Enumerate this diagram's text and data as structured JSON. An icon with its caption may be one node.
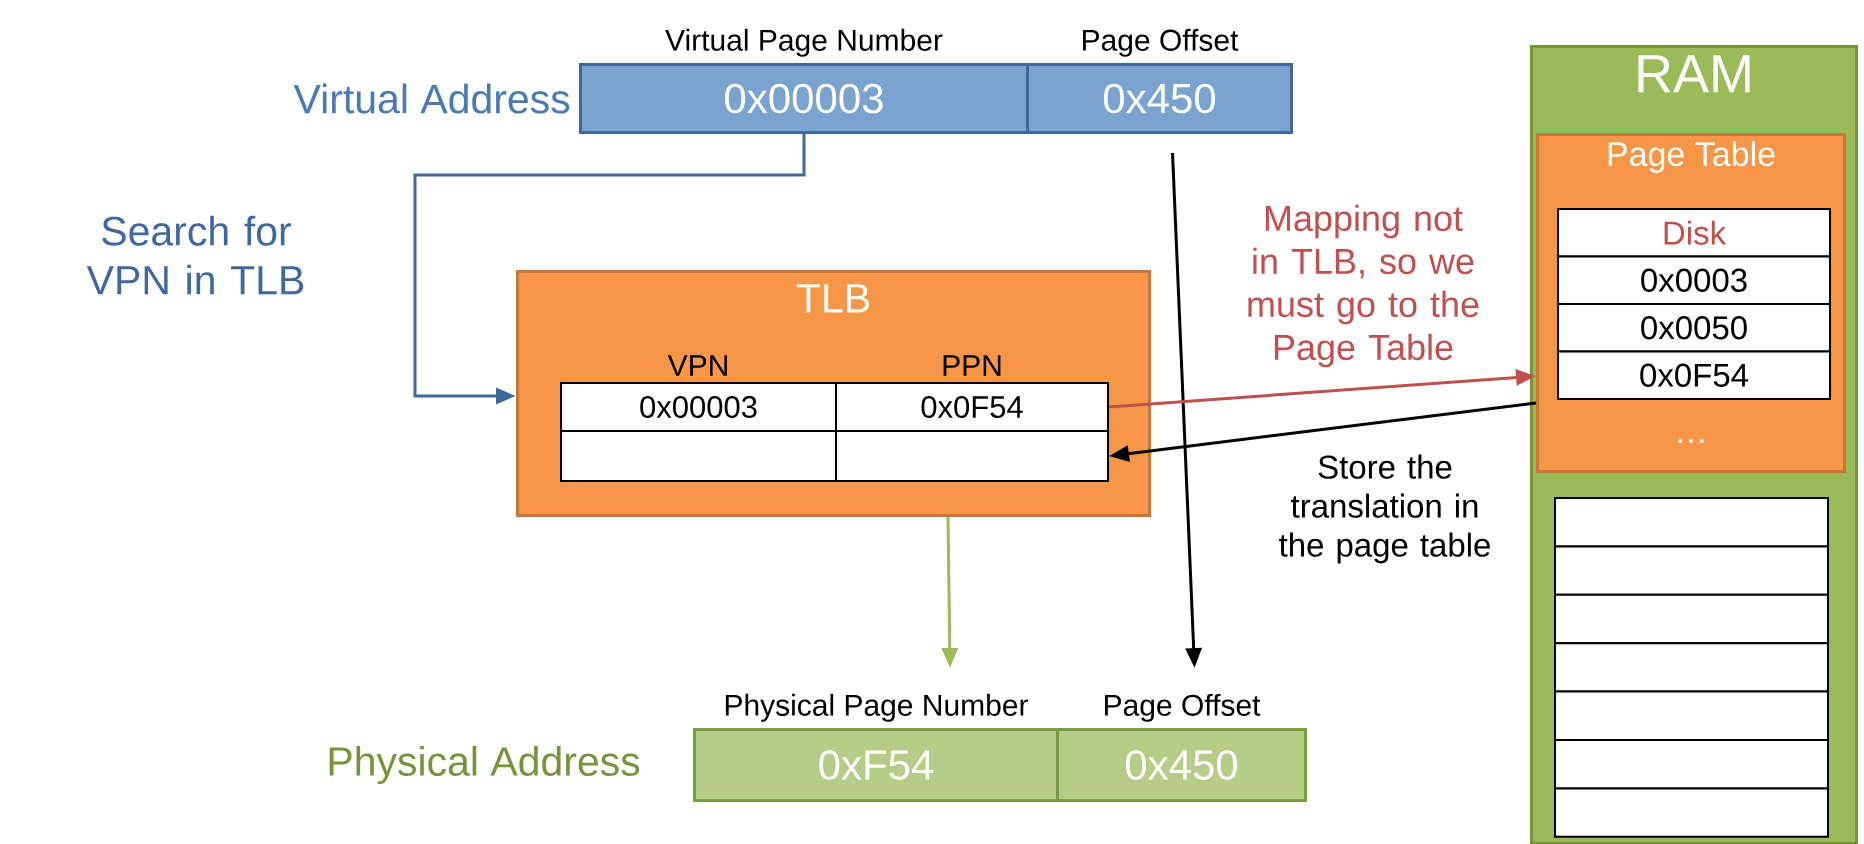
{
  "diagram": {
    "nodes": [
      {
        "text": [
          "Virtual Page Number",
          "0x00003"
        ],
        "beside": [
          "Virtual Address"
        ]
      },
      {
        "text": [
          "Page Offset",
          "0x450"
        ]
      },
      {
        "text": [
          "TLB"
        ]
      },
      {
        "text": [
          "VPN",
          "0x00003"
        ],
        "in": 2
      },
      {
        "text": [
          "PPN",
          "0x0F54"
        ],
        "in": 2
      },
      {
        "text": [],
        "shape": "box",
        "in": 2
      },
      {
        "text": [],
        "shape": "box",
        "in": 2
      },
      {
        "text": [
          "RAM"
        ]
      },
      {
        "text": [
          "Page Table",
          "…"
        ],
        "in": 7
      },
      {
        "text": [
          "Disk"
        ],
        "in": 8
      },
      {
        "text": [
          "0x0003"
        ],
        "in": 8
      },
      {
        "text": [
          "0x0050"
        ],
        "in": 8
      },
      {
        "text": [
          "0x0F54"
        ],
        "in": 8
      },
      {
        "text": [],
        "shape": "box",
        "in": 7
      },
      {
        "text": [],
        "shape": "box",
        "in": 7
      },
      {
        "text": [],
        "shape": "box",
        "in": 7
      },
      {
        "text": [],
        "shape": "box",
        "in": 7
      },
      {
        "text": [],
        "shape": "box",
        "in": 7
      },
      {
        "text": [],
        "shape": "box",
        "in": 7
      },
      {
        "text": [],
        "shape": "box",
        "in": 7
      },
      {
        "text": [
          "Physical Page Number",
          "0xF54"
        ],
        "beside": [
          "Physical Address"
        ]
      },
      {
        "text": [
          "Page Offset",
          "0x450"
        ]
      }
    ],
    "edges": [
      {
        "from": 0,
        "to": 2,
        "arrow": "to",
        "label": "Search for VPN in TLB",
        "color": "#41689c"
      },
      {
        "from": 1,
        "to": 21,
        "arrow": "to"
      },
      {
        "from": 4,
        "to": 8,
        "arrow": "to",
        "label": "Mapping not in TLB, so we must go to the Page Table",
        "color": "#c0504d"
      },
      {
        "from": 8,
        "to": 6,
        "arrow": "to",
        "label": "Store the translation in the page table"
      },
      {
        "from": 2,
        "to": 20,
        "arrow": "to",
        "color": "#9bbb59"
      }
    ]
  }
}
